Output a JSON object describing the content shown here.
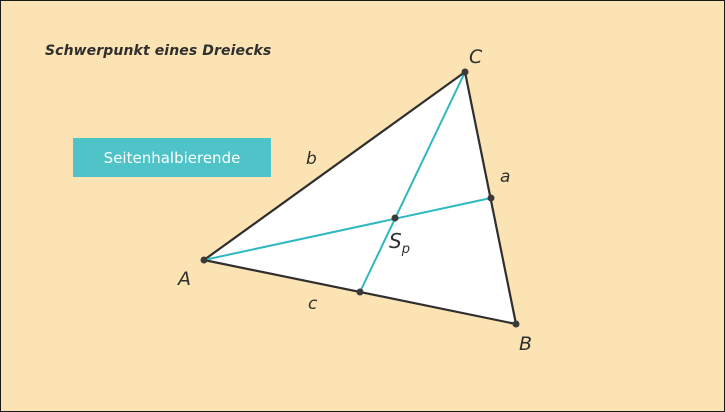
{
  "title": "Schwerpunkt eines Dreiecks",
  "label_box": "Seitenhalbierende",
  "vertices": {
    "A": "A",
    "B": "B",
    "C": "C"
  },
  "sides": {
    "a": "a",
    "b": "b",
    "c": "c"
  },
  "centroid": {
    "main": "S",
    "sub": "p"
  },
  "colors": {
    "background": "#fbe3b4",
    "triangle_fill": "#ffffff",
    "triangle_stroke": "#2f2f2f",
    "median": "#2fb8bf",
    "label_box": "#4ec3c8"
  }
}
